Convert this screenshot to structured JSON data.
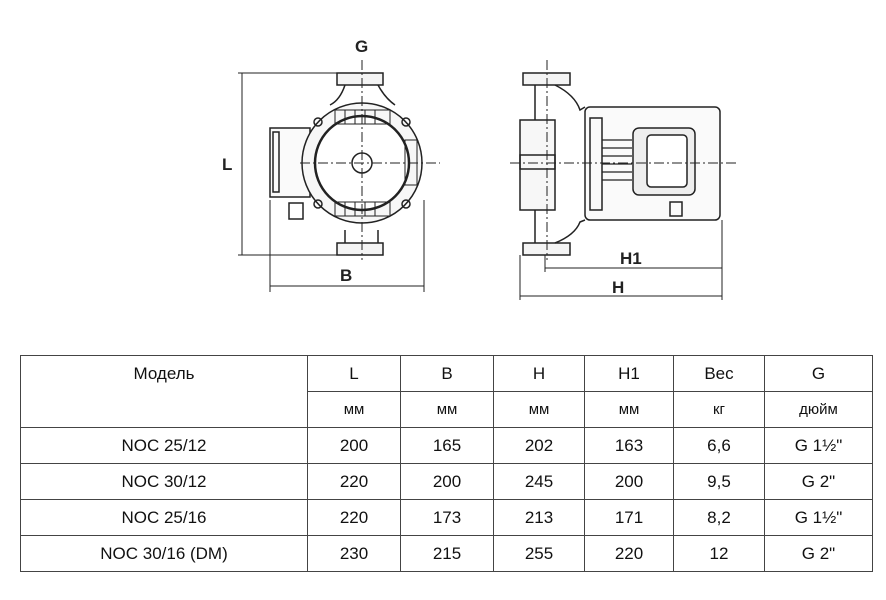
{
  "drawing": {
    "labels": {
      "G": "G",
      "L": "L",
      "B": "B",
      "H1": "H1",
      "H": "H"
    }
  },
  "table": {
    "headers": [
      "Модель",
      "L",
      "B",
      "H",
      "H1",
      "Вес",
      "G"
    ],
    "units": [
      "мм",
      "мм",
      "мм",
      "мм",
      "кг",
      "дюйм"
    ],
    "rows": [
      [
        "NOC 25/12",
        "200",
        "165",
        "202",
        "163",
        "6,6",
        "G 1½\""
      ],
      [
        "NOC 30/12",
        "220",
        "200",
        "245",
        "200",
        "9,5",
        "G 2\""
      ],
      [
        "NOC 25/16",
        "220",
        "173",
        "213",
        "171",
        "8,2",
        "G 1½\""
      ],
      [
        "NOC 30/16 (DM)",
        "230",
        "215",
        "255",
        "220",
        "12",
        "G 2\""
      ]
    ]
  }
}
